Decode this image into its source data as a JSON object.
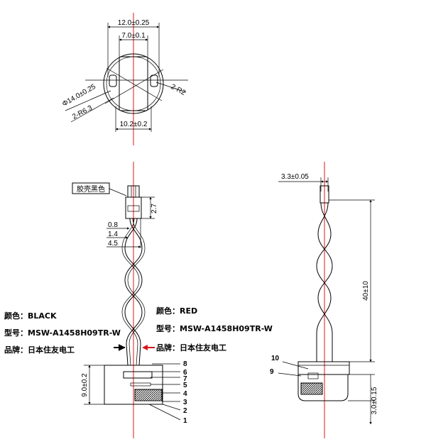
{
  "top_view": {
    "dim_outer_width": "12.0±0.25",
    "dim_inner_width": "7.0±0.1",
    "dim_diameter": "Φ14.0±0.25",
    "dim_r_large": "2-R6.3",
    "dim_r_small": "2-R2",
    "dim_bottom_width": "10.2±0.2"
  },
  "front_view": {
    "housing_label": "胶壳黑色",
    "dim_connector": "2.7",
    "dim_a": "0.8",
    "dim_b": "1.4",
    "dim_c": "4.5",
    "dim_body_height": "9.0±0.2",
    "left_wire": {
      "color_label": "颜色：",
      "color_value": "BLACK",
      "model_label": "型号：",
      "model_value": "MSW-A1458H09TR-W",
      "brand_label": "品牌：",
      "brand_value": "日本住友电工"
    },
    "right_wire": {
      "color_label": "颜色：",
      "color_value": "RED",
      "model_label": "型号：",
      "model_value": "MSW-A1458H09TR-W",
      "brand_label": "品牌：",
      "brand_value": "日本住友电工"
    },
    "part_numbers": [
      "8",
      "6",
      "7",
      "5",
      "4",
      "3",
      "2",
      "1"
    ]
  },
  "side_view": {
    "dim_pin": "3.3±0.05",
    "dim_wire_length": "40±10",
    "dim_body_height": "3.0±0.15",
    "part_numbers": [
      "10",
      "9"
    ]
  },
  "colors": {
    "centerline": "#e0161b",
    "arrow": "#d9151b",
    "line": "#000000"
  }
}
